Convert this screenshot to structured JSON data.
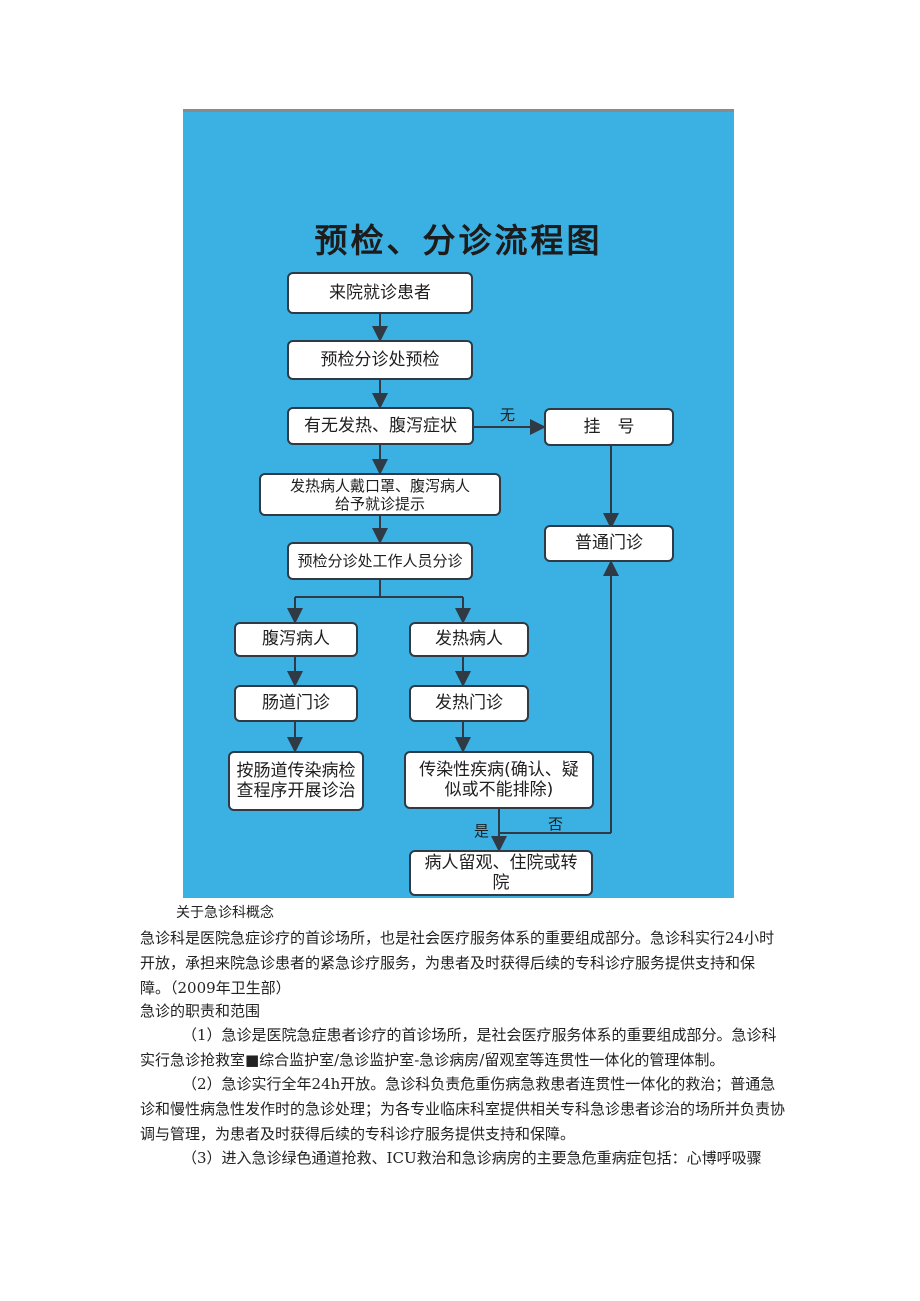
{
  "flowchart": {
    "title": "预检、分诊流程图",
    "nodes": {
      "arrive": "来院就诊患者",
      "pretriage": "预检分诊处预检",
      "symptom_check": "有无发热、腹泻症状",
      "register": "挂　号",
      "mask_hint": "发热病人戴口罩、腹泻病人\n给予就诊提示",
      "general_clinic": "普通门诊",
      "staff_triage": "预检分诊处工作人员分诊",
      "diarrhea_patient": "腹泻病人",
      "fever_patient": "发热病人",
      "intestinal_clinic": "肠道门诊",
      "fever_clinic": "发热门诊",
      "intestinal_procedure": "按肠道传染病检\n查程序开展诊治",
      "infectious_disease": "传染性疾病(确认、疑\n似或不能排除)",
      "admission": "病人留观、住院或转院"
    },
    "edge_labels": {
      "no_symptom": "无",
      "yes": "是",
      "no": "否"
    }
  },
  "document": {
    "caption": "关于急诊科概念",
    "concept": "急诊科是医院急症诊疗的首诊场所，也是社会医疗服务体系的重要组成部分。急诊科实行24小时开放，承担来院急诊患者的紧急诊疗服务，为患者及时获得后续的专科诊疗服务提供支持和保障。（2009年卫生部）",
    "section_heading": "急诊的职责和范围",
    "para1": "（1）急诊是医院急症患者诊疗的首诊场所，是社会医疗服务体系的重要组成部分。急诊科实行急诊抢救室■综合监护室/急诊监护室-急诊病房/留观室等连贯性一体化的管理体制。",
    "para2": "（2）急诊实行全年24h开放。急诊科负责危重伤病急救患者连贯性一体化的救治；普通急诊和慢性病急性发作时的急诊处理；为各专业临床科室提供相关专科急诊患者诊治的场所并负责协调与管理，为患者及时获得后续的专科诊疗服务提供支持和保障。",
    "para3": "（3）进入急诊绿色通道抢救、ICU救治和急诊病房的主要急危重病症包括：心博呼吸骤"
  }
}
